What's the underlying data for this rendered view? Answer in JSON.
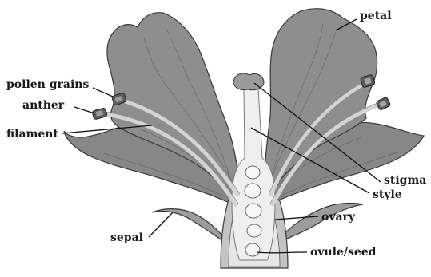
{
  "colors": {
    "background": "#ffffff",
    "petal_fill": "#8a8a8a",
    "petal_dark": "#6e6e6e",
    "sepal_fill": "#9c9c9c",
    "style_fill": "#efefef",
    "filament": "#d2d2d2",
    "anther": "#5c5c5c",
    "ovule": "#f4f4f4",
    "line": "#111111"
  },
  "labels": {
    "petal": "petal",
    "pollen_grains": "pollen grains",
    "anther": "anther",
    "filament": "filament",
    "stigma": "stigma",
    "style": "style",
    "ovary": "ovary",
    "sepal": "sepal",
    "ovule_seed": "ovule/seed"
  }
}
